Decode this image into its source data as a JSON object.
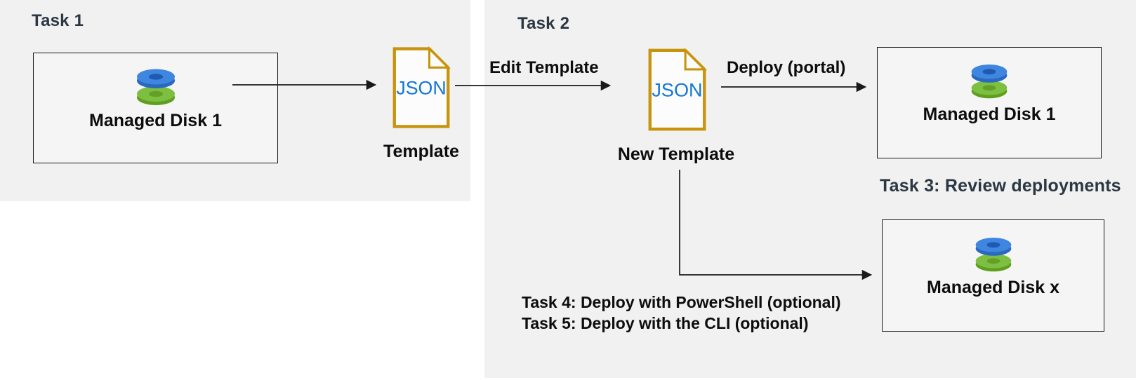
{
  "panel_task1": {
    "heading": "Task 1"
  },
  "panel_task2": {
    "heading": "Task 2"
  },
  "nodes": {
    "source_disk": {
      "label": "Managed Disk 1"
    },
    "template": {
      "file_label": "JSON",
      "caption": "Template"
    },
    "new_template": {
      "file_label": "JSON",
      "caption": "New Template"
    },
    "deployed_disk_portal": {
      "label": "Managed Disk 1"
    },
    "deployed_disk_x": {
      "label": "Managed Disk x"
    }
  },
  "flows": {
    "edit_template": {
      "label": "Edit Template"
    },
    "deploy_portal": {
      "label": "Deploy (portal)"
    }
  },
  "notes": {
    "task3": "Task 3: Review deployments",
    "task4": "Task 4: Deploy with PowerShell (optional)",
    "task5": "Task 5: Deploy with the CLI (optional)"
  },
  "colors": {
    "panel_bg": "#f1f1f1",
    "box_bg": "#f5f5f5",
    "line_and_border": "#1a1a1a",
    "heading_text": "#2b3743",
    "body_text": "#0d0d0d",
    "file_outline_gold": "#c8940c",
    "json_text_blue": "#1377d4",
    "disk_blue_top": "#3f86e0",
    "disk_blue_side": "#2a69c0",
    "disk_blue_hole": "#1e5ab0",
    "disk_green_top": "#7dbf41",
    "disk_green_side": "#5f9e1f",
    "disk_green_hole": "#649f28"
  }
}
